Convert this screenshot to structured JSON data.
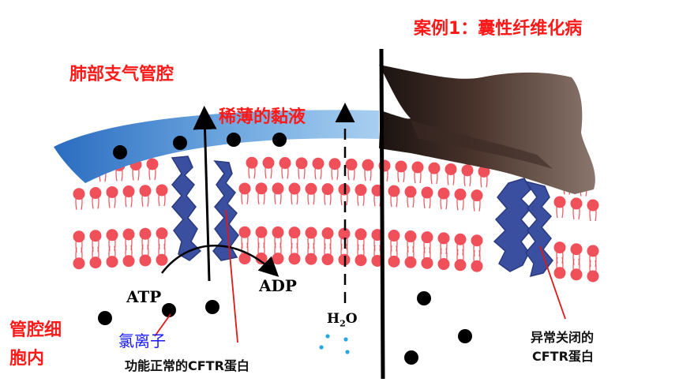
{
  "title_case": "案例1：囊性纤维化病",
  "label_airway": "肺部支气管腔",
  "label_mucus": "稀薄的黏液",
  "label_cell_line1": "管腔细",
  "label_cell_line2": "胞内",
  "label_atp": "ATP",
  "label_adp": "ADP",
  "label_chloride": "氯离子",
  "label_normal_cftr": "功能正常的CFTR蛋白",
  "label_h2o_main": "H",
  "label_h2o_sub": "2",
  "label_h2o_end": "O",
  "label_abnormal_line1": "异常关闭的",
  "label_abnormal_line2": "CFTR蛋白",
  "colors": {
    "title_red": "#ff1a1a",
    "chloride_blue": "#1a1aff",
    "membrane_head": "#f0505a",
    "protein": "#3b4fa0",
    "mucus_thin": "#5a9ad8",
    "mucus_thick": "#5a3a30",
    "water_dot": "#29a8e0"
  }
}
